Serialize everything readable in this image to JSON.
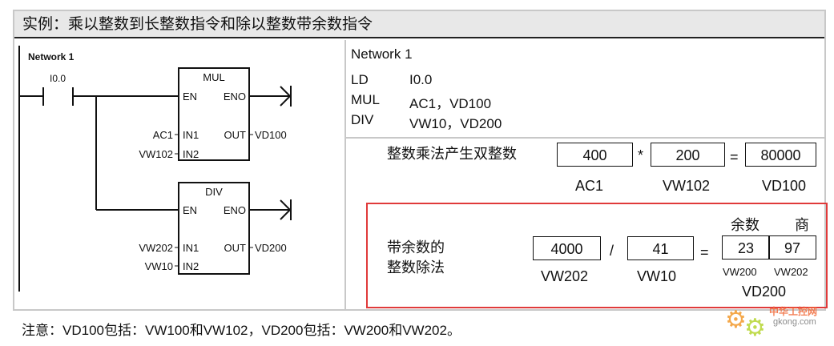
{
  "title": "实例：乘以整数到长整数指令和除以整数带余数指令",
  "ladder": {
    "network": "Network 1",
    "contact": "I0.0",
    "mul": {
      "name": "MUL",
      "en": "EN",
      "eno": "ENO",
      "in1": "IN1",
      "in2": "IN2",
      "out": "OUT",
      "in1_val": "AC1",
      "in2_val": "VW102",
      "out_val": "VD100"
    },
    "div": {
      "name": "DIV",
      "en": "EN",
      "eno": "ENO",
      "in1": "IN1",
      "in2": "IN2",
      "out": "OUT",
      "in1_val": "VW202",
      "in2_val": "VW10",
      "out_val": "VD200"
    }
  },
  "stl": {
    "network": "Network 1",
    "lines": [
      {
        "op": "LD",
        "args": "I0.0"
      },
      {
        "op": "MUL",
        "args": "AC1，VD100"
      },
      {
        "op": "DIV",
        "args": "VW10，VD200"
      }
    ]
  },
  "mul_example": {
    "label": "整数乘法产生双整数",
    "a": "400",
    "op": "*",
    "b": "200",
    "eq": "=",
    "result": "80000",
    "a_addr": "AC1",
    "b_addr": "VW102",
    "result_addr": "VD100"
  },
  "div_example": {
    "label_line1": "带余数的",
    "label_line2": "整数除法",
    "a": "4000",
    "op": "/",
    "b": "41",
    "eq": "=",
    "remainder": "23",
    "quotient": "97",
    "remainder_label": "余数",
    "quotient_label": "商",
    "a_addr": "VW202",
    "b_addr": "VW10",
    "remainder_addr": "VW200",
    "quotient_addr": "VW202",
    "result_addr": "VD200",
    "highlight_color": "#e03a3a"
  },
  "note": "注意：VD100包括：VW100和VW102，VD200包括：VW200和VW202。",
  "watermark": {
    "line1": "中华工控网",
    "line2": "gkong.com"
  }
}
